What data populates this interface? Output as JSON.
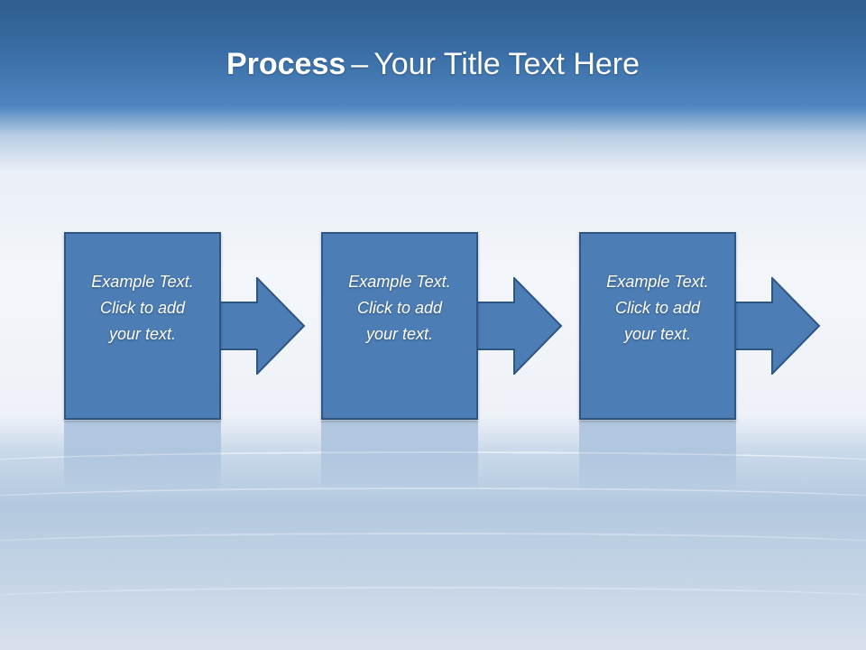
{
  "title": {
    "bold": "Process",
    "separator": "–",
    "rest": "Your Title Text Here"
  },
  "steps": [
    {
      "line1": "Example Text.",
      "line2": "Click  to add",
      "line3": "your text."
    },
    {
      "line1": "Example Text.",
      "line2": "Click  to add",
      "line3": "your text."
    },
    {
      "line1": "Example Text.",
      "line2": "Click  to add",
      "line3": "your text."
    }
  ],
  "colors": {
    "box_fill": "#4c7db4",
    "box_border": "#2d5684",
    "header_blue": "#3a6ea6"
  }
}
